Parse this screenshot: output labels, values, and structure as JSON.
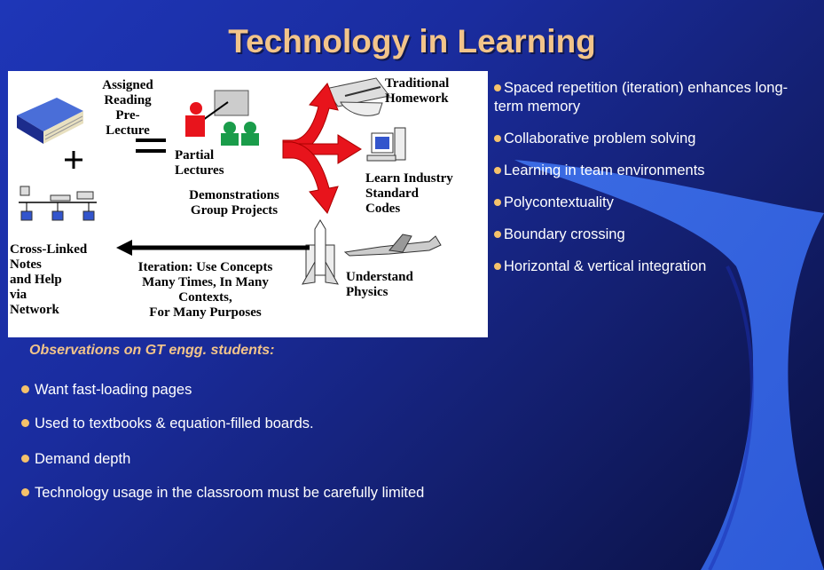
{
  "slide": {
    "title": "Technology in Learning",
    "diagram": {
      "assigned_reading": [
        "Assigned",
        "Reading",
        "Pre-",
        "Lecture"
      ],
      "plus": "+",
      "equals": "=",
      "partial_lectures": [
        "Partial",
        "Lectures"
      ],
      "demonstrations": [
        "Demonstrations",
        "Group Projects"
      ],
      "traditional_homework": [
        "Traditional",
        "Homework"
      ],
      "learn_codes": [
        "Learn Industry",
        "Standard",
        "Codes"
      ],
      "understand_physics": [
        "Understand",
        "Physics"
      ],
      "cross_linked": [
        "Cross-Linked",
        "Notes",
        "and Help",
        "via",
        "Network"
      ],
      "iteration": [
        "Iteration: Use Concepts",
        "Many Times, In Many",
        "Contexts,",
        "For Many Purposes"
      ]
    },
    "right_bullets": [
      "Spaced repetition (iteration) enhances long-term memory",
      "Collaborative problem solving",
      "Learning in team environments",
      "Polycontextuality",
      "Boundary crossing",
      "Horizontal & vertical integration"
    ],
    "observations_heading": "Observations on GT engg. students:",
    "bottom_bullets": [
      "Want fast-loading pages",
      "Used to textbooks & equation-filled boards.",
      "Demand depth",
      "Technology usage in the classroom must be carefully limited"
    ]
  },
  "colors": {
    "background_dark": "#0a1040",
    "background_blue": "#1e36b8",
    "title": "#f2c48a",
    "bullet": "#f5c26b",
    "arrow_red": "#e8141c"
  }
}
